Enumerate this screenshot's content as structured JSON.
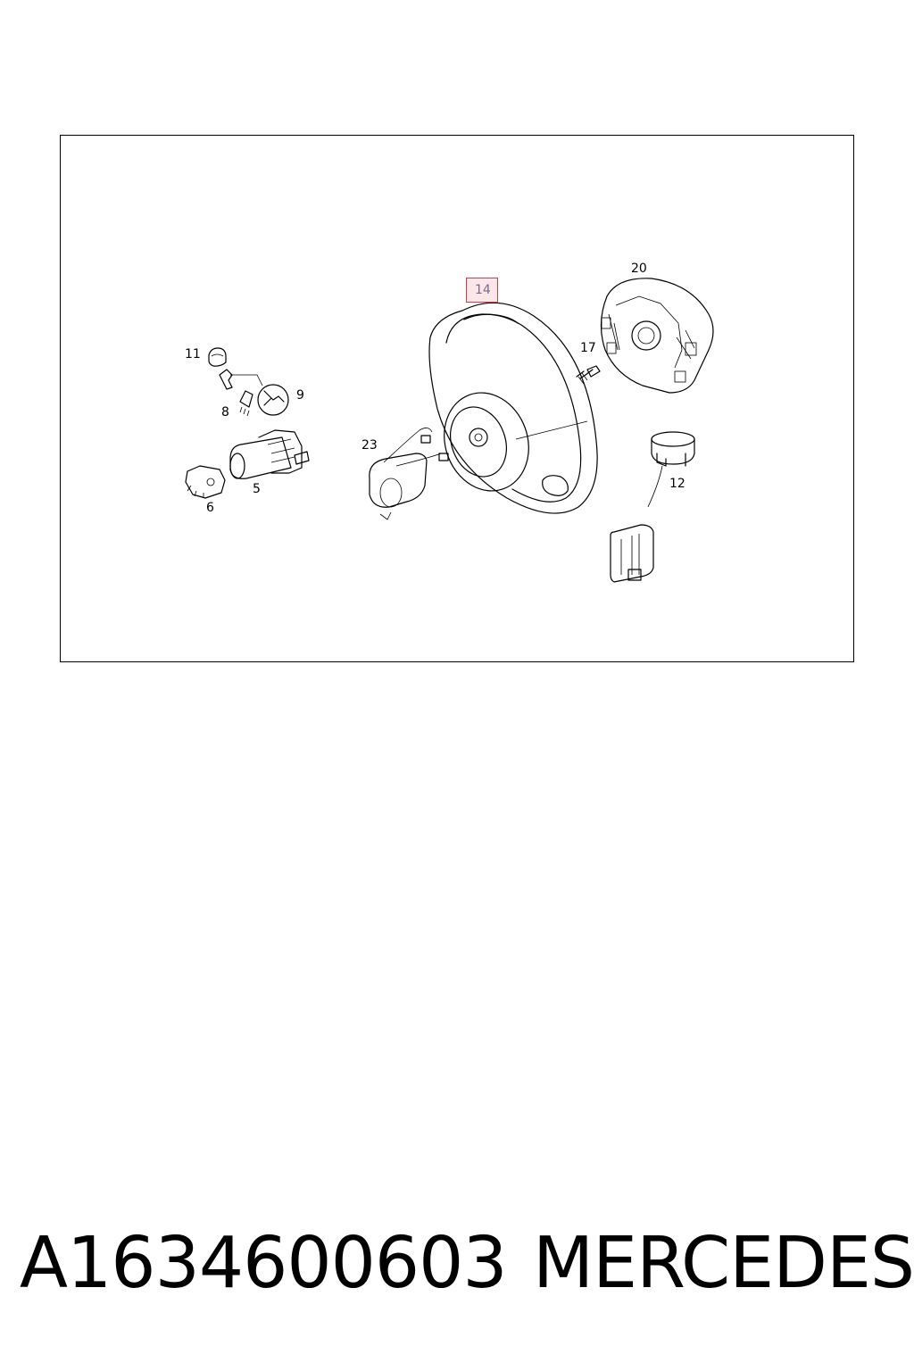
{
  "diagram": {
    "callouts": {
      "c11": "11",
      "c9": "9",
      "c8": "8",
      "c5": "5",
      "c6": "6",
      "c23": "23",
      "c14": "14",
      "c17": "17",
      "c20": "20",
      "c12": "12"
    },
    "highlight_color": "#e0394b"
  },
  "footer": {
    "part_number": "A1634600603",
    "brand": "MERCEDES"
  }
}
